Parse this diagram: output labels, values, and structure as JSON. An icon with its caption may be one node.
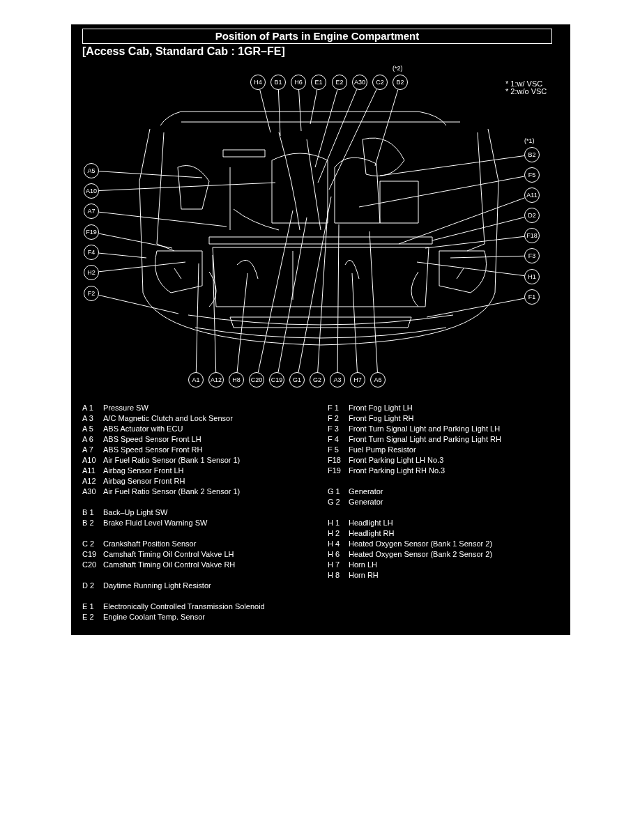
{
  "diagram": {
    "title": "Position of Parts in Engine Compartment",
    "nodes": [
      {
        "text": [
          "H4"
        ]
      },
      {
        "text": [
          "B1"
        ]
      },
      {
        "text": [
          "H6"
        ]
      },
      {
        "text": [
          "E1"
        ]
      },
      {
        "text": [
          "E2"
        ]
      },
      {
        "text": [
          "A30"
        ]
      },
      {
        "text": [
          "C2"
        ]
      },
      {
        "text": [
          "B2"
        ],
        "beside": [
          "(*2)"
        ]
      },
      {
        "text": [
          "A5"
        ]
      },
      {
        "text": [
          "A10"
        ]
      },
      {
        "text": [
          "A7"
        ]
      },
      {
        "text": [
          "F19"
        ]
      },
      {
        "text": [
          "F4"
        ]
      },
      {
        "text": [
          "H2"
        ]
      },
      {
        "text": [
          "F2"
        ]
      },
      {
        "text": [
          "B2"
        ],
        "beside": [
          "(*1)"
        ]
      },
      {
        "text": [
          "F5"
        ]
      },
      {
        "text": [
          "A11"
        ]
      },
      {
        "text": [
          "D2"
        ]
      },
      {
        "text": [
          "F18"
        ]
      },
      {
        "text": [
          "F3"
        ]
      },
      {
        "text": [
          "H1"
        ]
      },
      {
        "text": [
          "F1"
        ]
      },
      {
        "text": [
          "A1"
        ]
      },
      {
        "text": [
          "A12"
        ]
      },
      {
        "text": [
          "H8"
        ]
      },
      {
        "text": [
          "C20"
        ]
      },
      {
        "text": [
          "C19"
        ]
      },
      {
        "text": [
          "G1"
        ]
      },
      {
        "text": [
          "G2"
        ]
      },
      {
        "text": [
          "A3"
        ]
      },
      {
        "text": [
          "H7"
        ]
      },
      {
        "text": [
          "A6"
        ]
      }
    ],
    "edges": [
      {
        "from": 0,
        "to": null,
        "arrow": "none"
      },
      {
        "from": 1,
        "to": null,
        "arrow": "none"
      },
      {
        "from": 2,
        "to": null,
        "arrow": "none"
      },
      {
        "from": 3,
        "to": null,
        "arrow": "none"
      },
      {
        "from": 4,
        "to": null,
        "arrow": "none"
      },
      {
        "from": 5,
        "to": null,
        "arrow": "none"
      },
      {
        "from": 6,
        "to": null,
        "arrow": "none"
      },
      {
        "from": 7,
        "to": null,
        "arrow": "none"
      },
      {
        "from": 8,
        "to": null,
        "arrow": "none"
      },
      {
        "from": 9,
        "to": null,
        "arrow": "none"
      },
      {
        "from": 10,
        "to": null,
        "arrow": "none"
      },
      {
        "from": 11,
        "to": null,
        "arrow": "none"
      },
      {
        "from": 12,
        "to": null,
        "arrow": "none"
      },
      {
        "from": 13,
        "to": null,
        "arrow": "none"
      },
      {
        "from": 14,
        "to": null,
        "arrow": "none"
      },
      {
        "from": 15,
        "to": null,
        "arrow": "none"
      },
      {
        "from": 16,
        "to": null,
        "arrow": "none"
      },
      {
        "from": 17,
        "to": null,
        "arrow": "none"
      },
      {
        "from": 18,
        "to": null,
        "arrow": "none"
      },
      {
        "from": 19,
        "to": null,
        "arrow": "none"
      },
      {
        "from": 20,
        "to": null,
        "arrow": "none"
      },
      {
        "from": 21,
        "to": null,
        "arrow": "none"
      },
      {
        "from": 22,
        "to": null,
        "arrow": "none"
      },
      {
        "from": 23,
        "to": null,
        "arrow": "none"
      },
      {
        "from": 24,
        "to": null,
        "arrow": "none"
      },
      {
        "from": 25,
        "to": null,
        "arrow": "none"
      },
      {
        "from": 26,
        "to": null,
        "arrow": "none"
      },
      {
        "from": 27,
        "to": null,
        "arrow": "none"
      },
      {
        "from": 28,
        "to": null,
        "arrow": "none"
      },
      {
        "from": 29,
        "to": null,
        "arrow": "none"
      },
      {
        "from": 30,
        "to": null,
        "arrow": "none"
      },
      {
        "from": 31,
        "to": null,
        "arrow": "none"
      },
      {
        "from": 32,
        "to": null,
        "arrow": "none"
      }
    ],
    "labels": [
      "[Access Cab, Standard Cab : 1GR–FE]",
      "* 1:w/ VSC",
      "* 2:w/o VSC",
      "A 1",
      "Pressure SW",
      "A 3",
      "A/C Magnetic Clutch and Lock Sensor",
      "A 5",
      "ABS Actuator with ECU",
      "A 6",
      "ABS Speed Sensor Front LH",
      "A 7",
      "ABS Speed Sensor Front RH",
      "A10",
      "Air Fuel Ratio Sensor (Bank 1 Sensor 1)",
      "A11",
      "Airbag Sensor Front LH",
      "A12",
      "Airbag Sensor Front RH",
      "A30",
      "Air Fuel Ratio Sensor (Bank 2 Sensor 1)",
      "B 1",
      "Back–Up Light SW",
      "B 2",
      "Brake Fluid Level Warning SW",
      "C 2",
      "Crankshaft Position Sensor",
      "C19",
      "Camshaft Timing Oil Control Vakve LH",
      "C20",
      "Camshaft Timing Oil Control Vakve RH",
      "D 2",
      "Daytime Running Light Resistor",
      "E 1",
      "Electronically Controlled Transmission Solenoid",
      "E 2",
      "Engine Coolant Temp. Sensor",
      "F 1",
      "Front Fog Light LH",
      "F 2",
      "Front Fog Light RH",
      "F 3",
      "Front Turn Signal Light and Parking Light LH",
      "F 4",
      "Front Turn Signal Light and Parking Light RH",
      "F 5",
      "Fuel Pump Resistor",
      "F18",
      "Front Parking Light LH No.3",
      "F19",
      "Front Parking Light RH No.3",
      "G 1",
      "Generator",
      "G 2",
      "Generator",
      "H 1",
      "Headlight LH",
      "H 2",
      "Headlight RH",
      "H 4",
      "Heated Oxygen Sensor (Bank 1 Sensor 2)",
      "H 6",
      "Heated Oxygen Sensor (Bank 2 Sensor 2)",
      "H 7",
      "Horn LH",
      "H 8",
      "Horn RH"
    ]
  }
}
